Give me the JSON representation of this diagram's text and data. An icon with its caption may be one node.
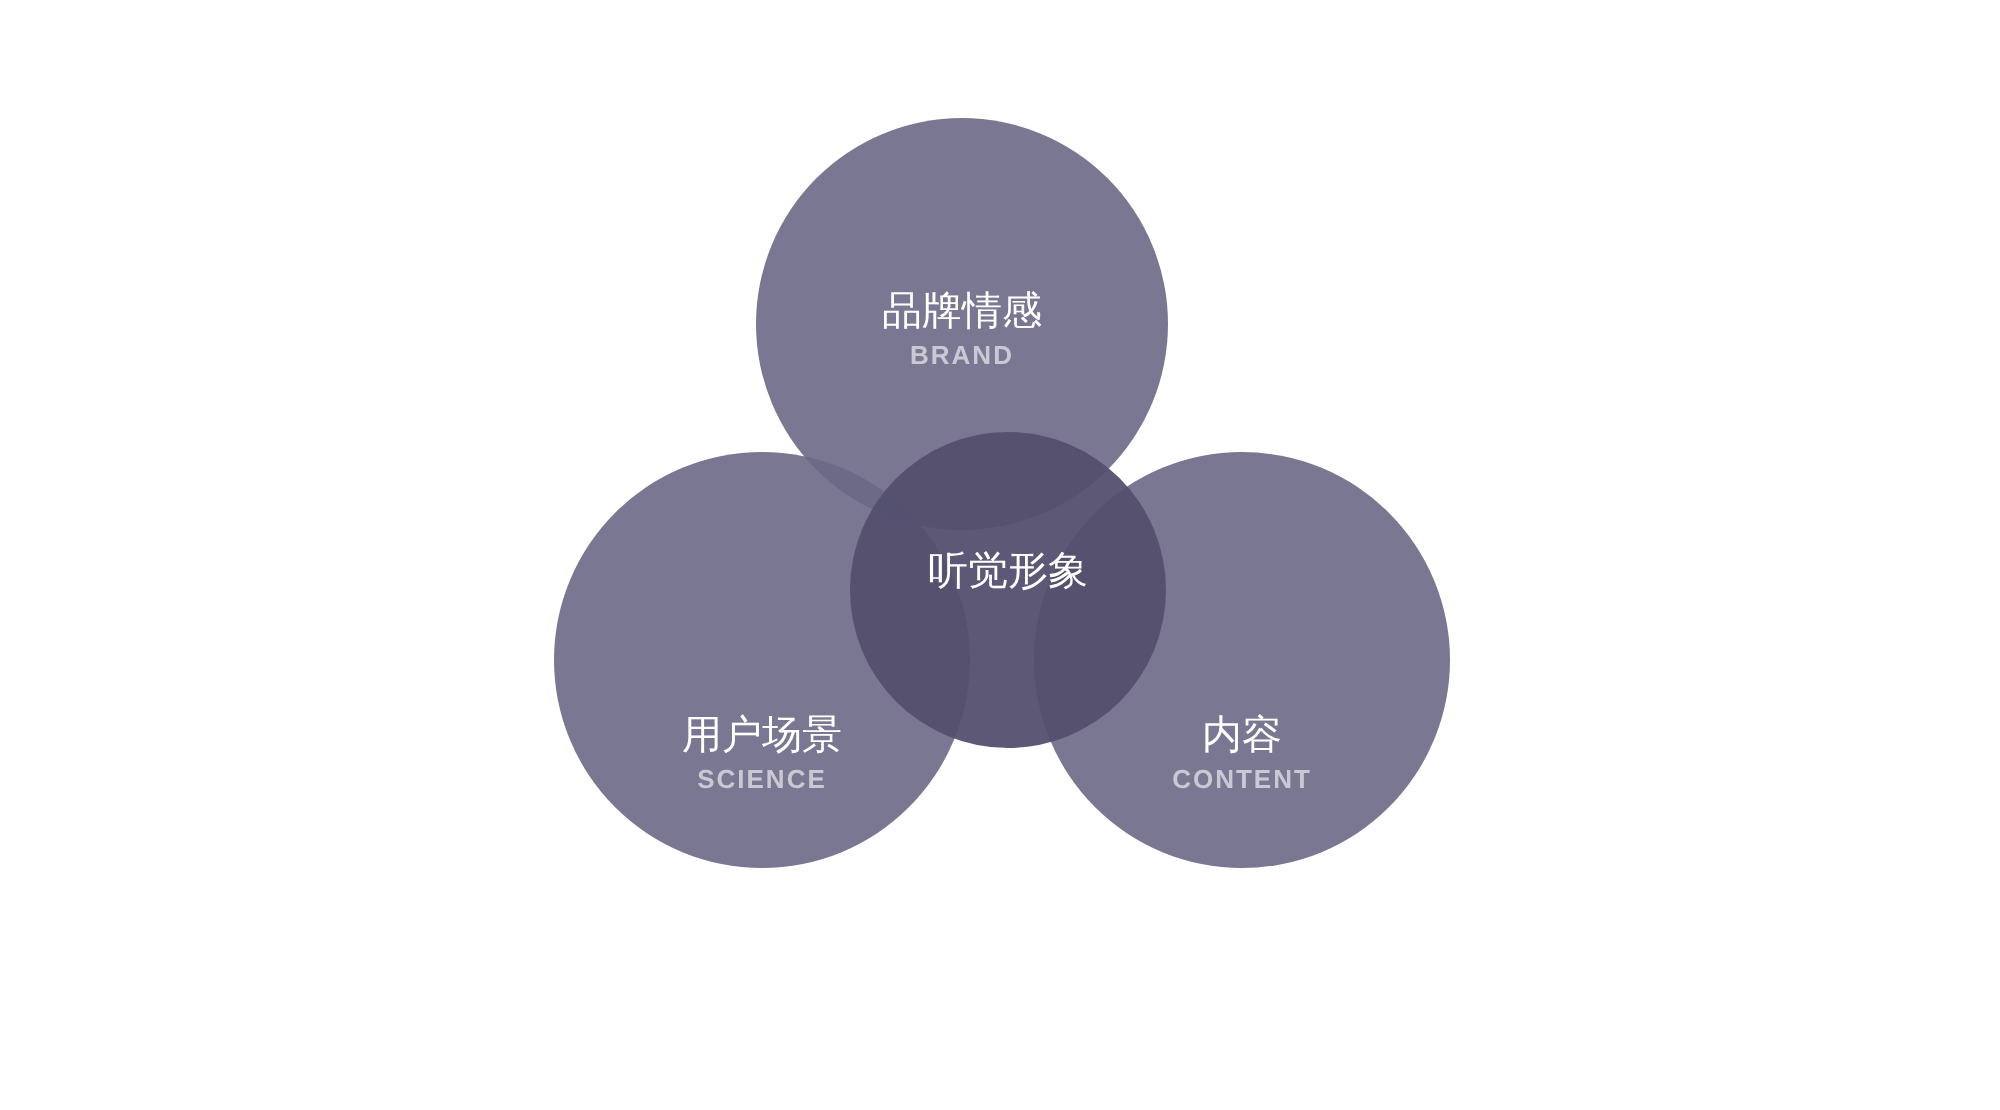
{
  "diagram": {
    "nodes": [
      {
        "text": [
          "品牌情感",
          "BRAND"
        ]
      },
      {
        "text": [
          "用户场景",
          "SCIENCE"
        ]
      },
      {
        "text": [
          "内容",
          "CONTENT"
        ]
      },
      {
        "text": [
          "听觉形象"
        ]
      }
    ]
  }
}
